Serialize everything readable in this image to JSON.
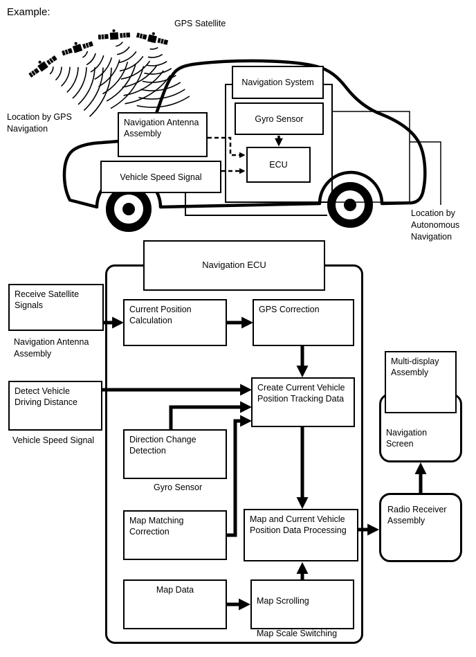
{
  "example_label": "Example:",
  "top_diagram": {
    "gps_satellite_label": "GPS Satellite",
    "location_by_gps_label": "Location by GPS\nNavigation",
    "location_by_autonomous_label": "Location by\nAutonomous\nNavigation",
    "navigation_system": "Navigation System",
    "gyro_sensor": "Gyro Sensor",
    "ecu": "ECU",
    "navigation_antenna_assembly": "Navigation Antenna\nAssembly",
    "vehicle_speed_signal": "Vehicle Speed Signal"
  },
  "flow_diagram": {
    "container_title": "Navigation ECU",
    "receive_satellite_signals": "Receive Satellite\nSignals",
    "receive_caption": "Navigation Antenna\nAssembly",
    "detect_vehicle_driving_distance": "Detect Vehicle\nDriving Distance",
    "detect_caption": "Vehicle Speed Signal",
    "current_position_calculation": "Current Position\nCalculation",
    "gps_correction": "GPS Correction",
    "create_tracking_data": "Create Current Vehicle\nPosition Tracking Data",
    "direction_change_detection": "Direction Change\nDetection",
    "gyro_caption": "Gyro Sensor",
    "map_matching_correction": "Map Matching\nCorrection",
    "map_position_processing": "Map and Current Vehicle\nPosition Data Processing",
    "map_data": "Map Data",
    "map_scrolling": "Map Scrolling",
    "map_scale_switching": "Map Scale Switching",
    "multi_display_assembly": "Multi-display\nAssembly",
    "navigation_screen": "Navigation Screen",
    "radio_receiver_assembly": "Radio Receiver\nAssembly"
  },
  "colors": {
    "ink": "#000000",
    "background": "#ffffff"
  }
}
